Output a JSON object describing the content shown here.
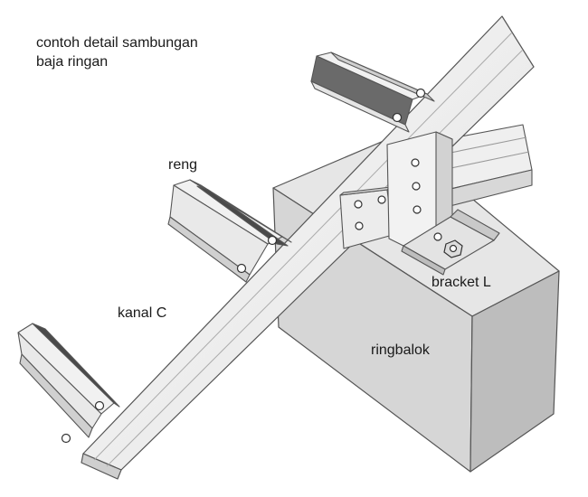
{
  "title": {
    "line1": "contoh detail sambungan",
    "line2": "baja ringan"
  },
  "labels": {
    "reng": "reng",
    "kanal": "kanal C",
    "bracket": "bracket L",
    "ringbalok": "ringbalok"
  },
  "colors": {
    "steel_light": "#f4f4f4",
    "steel_mid": "#e2e2e2",
    "steel_dark": "#c8c8c8",
    "reng_dark_face": "#4a4a4a",
    "concrete_top": "#e6e6e6",
    "concrete_front": "#d4d4d4",
    "concrete_side": "#bdbdbd",
    "outline": "#555555"
  }
}
